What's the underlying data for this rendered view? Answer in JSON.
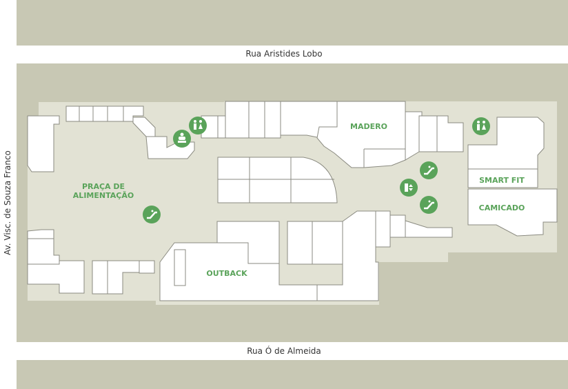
{
  "streets": {
    "top": "Rua Aristides Lobo",
    "bottom": "Rua Ó de Almeida",
    "left": "Av. Visc. de Souza Franco"
  },
  "stores": {
    "praca_line1": "PRAÇA DE",
    "praca_line2": "ALIMENTAÇÃO",
    "madero": "MADERO",
    "outback": "OUTBACK",
    "smart_fit": "SMART FIT",
    "camicado": "CAMICADO"
  },
  "icons": {
    "restroom": "restroom-icon",
    "baby_changing": "baby-changing-icon",
    "escalator": "escalator-icon",
    "elevator": "elevator-icon"
  },
  "colors": {
    "block": "#c8c8b4",
    "corridor": "#e2e2d4",
    "store": "#ffffff",
    "outline": "#8a8a80",
    "accent": "#5aa35a"
  }
}
